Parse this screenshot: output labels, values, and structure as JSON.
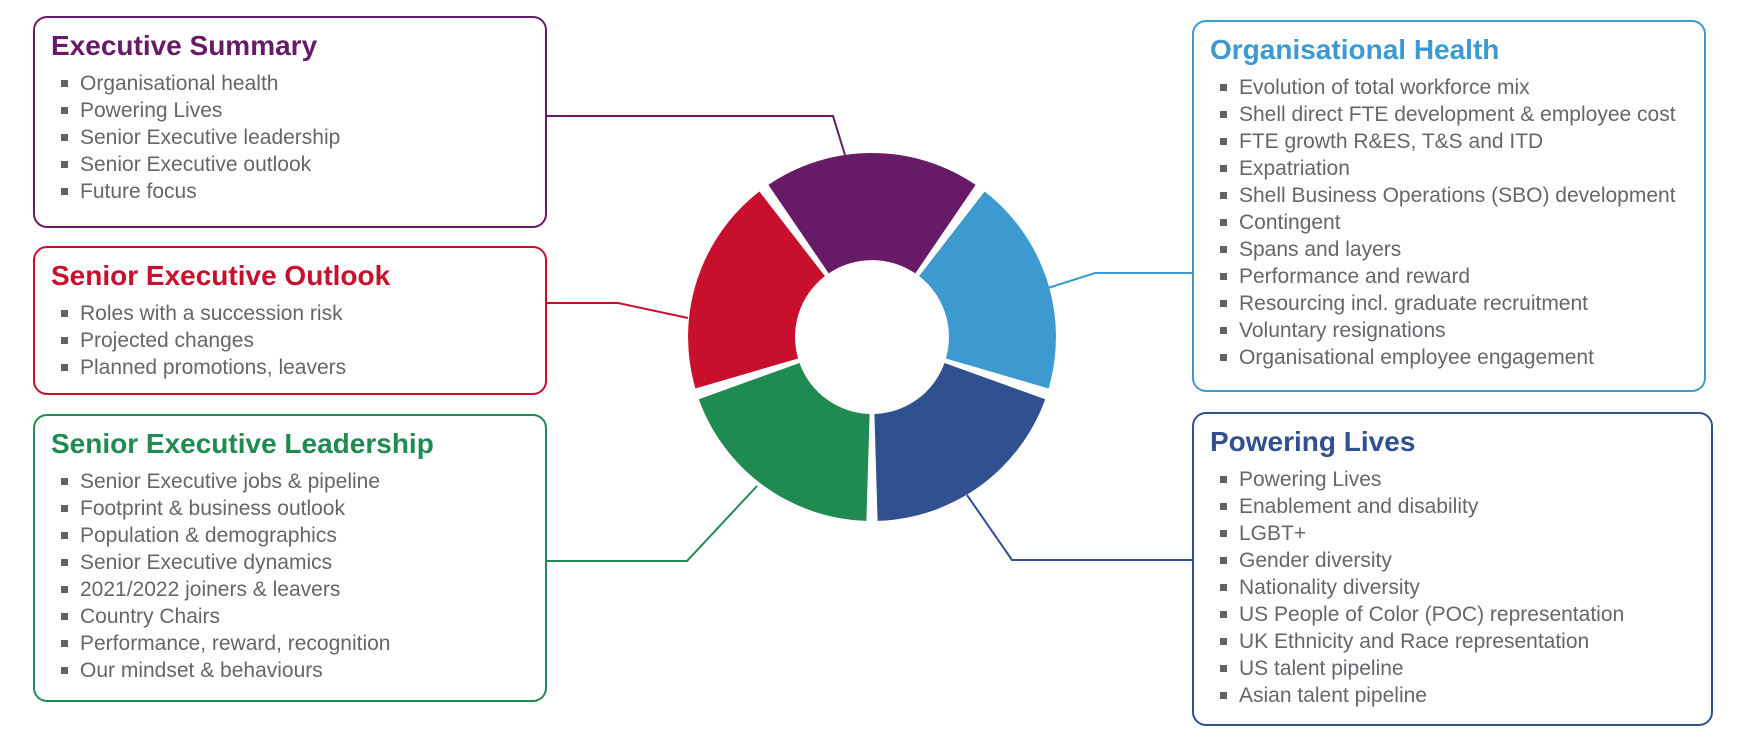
{
  "diagram": {
    "text_color": "#63666A",
    "boxes": [
      {
        "id": "executive-summary",
        "title": "Executive Summary",
        "color": "#671B66",
        "items": [
          "Organisational health",
          "Powering Lives",
          "Senior Executive leadership",
          "Senior Executive outlook",
          "Future focus"
        ]
      },
      {
        "id": "senior-executive-outlook",
        "title": "Senior Executive Outlook",
        "color": "#C8102E",
        "items": [
          "Roles with a succession risk",
          "Projected changes",
          "Planned promotions, leavers"
        ]
      },
      {
        "id": "senior-executive-leadership",
        "title": "Senior Executive Leadership",
        "color": "#1F8A52",
        "items": [
          "Senior Executive jobs & pipeline",
          "Footprint & business outlook",
          "Population & demographics",
          "Senior Executive dynamics",
          "2021/2022 joiners & leavers",
          "Country Chairs",
          "Performance, reward, recognition",
          "Our mindset & behaviours"
        ]
      },
      {
        "id": "organisational-health",
        "title": "Organisational Health",
        "color": "#3D9AD1",
        "items": [
          "Evolution of total workforce mix",
          "Shell direct FTE development & employee cost",
          "FTE growth R&ES, T&S and ITD",
          "Expatriation",
          "Shell Business Operations (SBO) development",
          "Contingent",
          "Spans and layers",
          "Performance and reward",
          "Resourcing incl. graduate recruitment",
          "Voluntary resignations",
          "Organisational employee engagement"
        ]
      },
      {
        "id": "powering-lives",
        "title": "Powering Lives",
        "color": "#30508F",
        "items": [
          "Powering Lives",
          "Enablement and disability",
          "LGBT+",
          "Gender diversity",
          "Nationality diversity",
          "US People of Color (POC) representation",
          "UK Ethnicity and Race representation",
          "US talent pipeline",
          "Asian talent pipeline"
        ]
      }
    ],
    "donut": {
      "segments": [
        {
          "name": "executive-summary",
          "color": "#671B66"
        },
        {
          "name": "organisational-health",
          "color": "#3D9AD1"
        },
        {
          "name": "powering-lives",
          "color": "#30508F"
        },
        {
          "name": "senior-executive-leadership",
          "color": "#1F8A52"
        },
        {
          "name": "senior-executive-outlook",
          "color": "#C8102E"
        }
      ]
    }
  }
}
